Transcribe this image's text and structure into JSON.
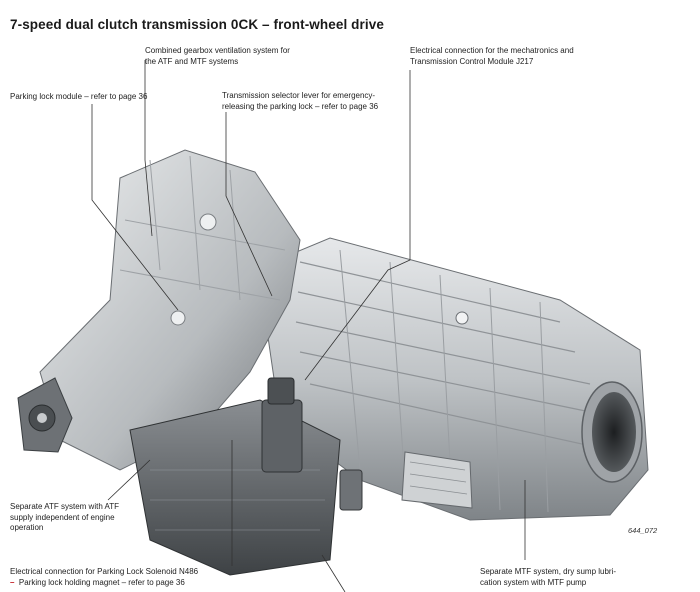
{
  "title": "7-speed dual clutch transmission 0CK – front-wheel drive",
  "figure_number": "644_072",
  "callouts": {
    "ventilation": {
      "line1": "Combined gearbox ventilation system for",
      "line2": "the ATF and MTF systems"
    },
    "electrical_mechatronics": {
      "line1": "Electrical connection for the mechatronics and",
      "line2": "Transmission Control Module  J217"
    },
    "parking_lock_module": {
      "line1": "Parking lock module – refer to page 36"
    },
    "selector_lever": {
      "line1": "Transmission selector lever for emergency-",
      "line2": "releasing the parking lock – refer to page 36"
    },
    "atf_system": {
      "line1": "Separate ATF system with ATF",
      "line2": "supply independent of engine",
      "line3": "operation"
    },
    "parking_solenoid": {
      "line1": "Electrical connection for Parking Lock Solenoid N486",
      "bullet": "–",
      "line2": "Parking lock holding magnet – refer to page 36"
    },
    "mtf_system": {
      "line1": "Separate MTF system, dry sump lubri-",
      "line2": "cation system with MTF pump"
    }
  },
  "colors": {
    "bullet_red": "#c0141c",
    "leader": "#333333",
    "casting_light": "#d8dadc",
    "casting_mid": "#a9adb1",
    "casting_dark": "#5b5f63"
  }
}
